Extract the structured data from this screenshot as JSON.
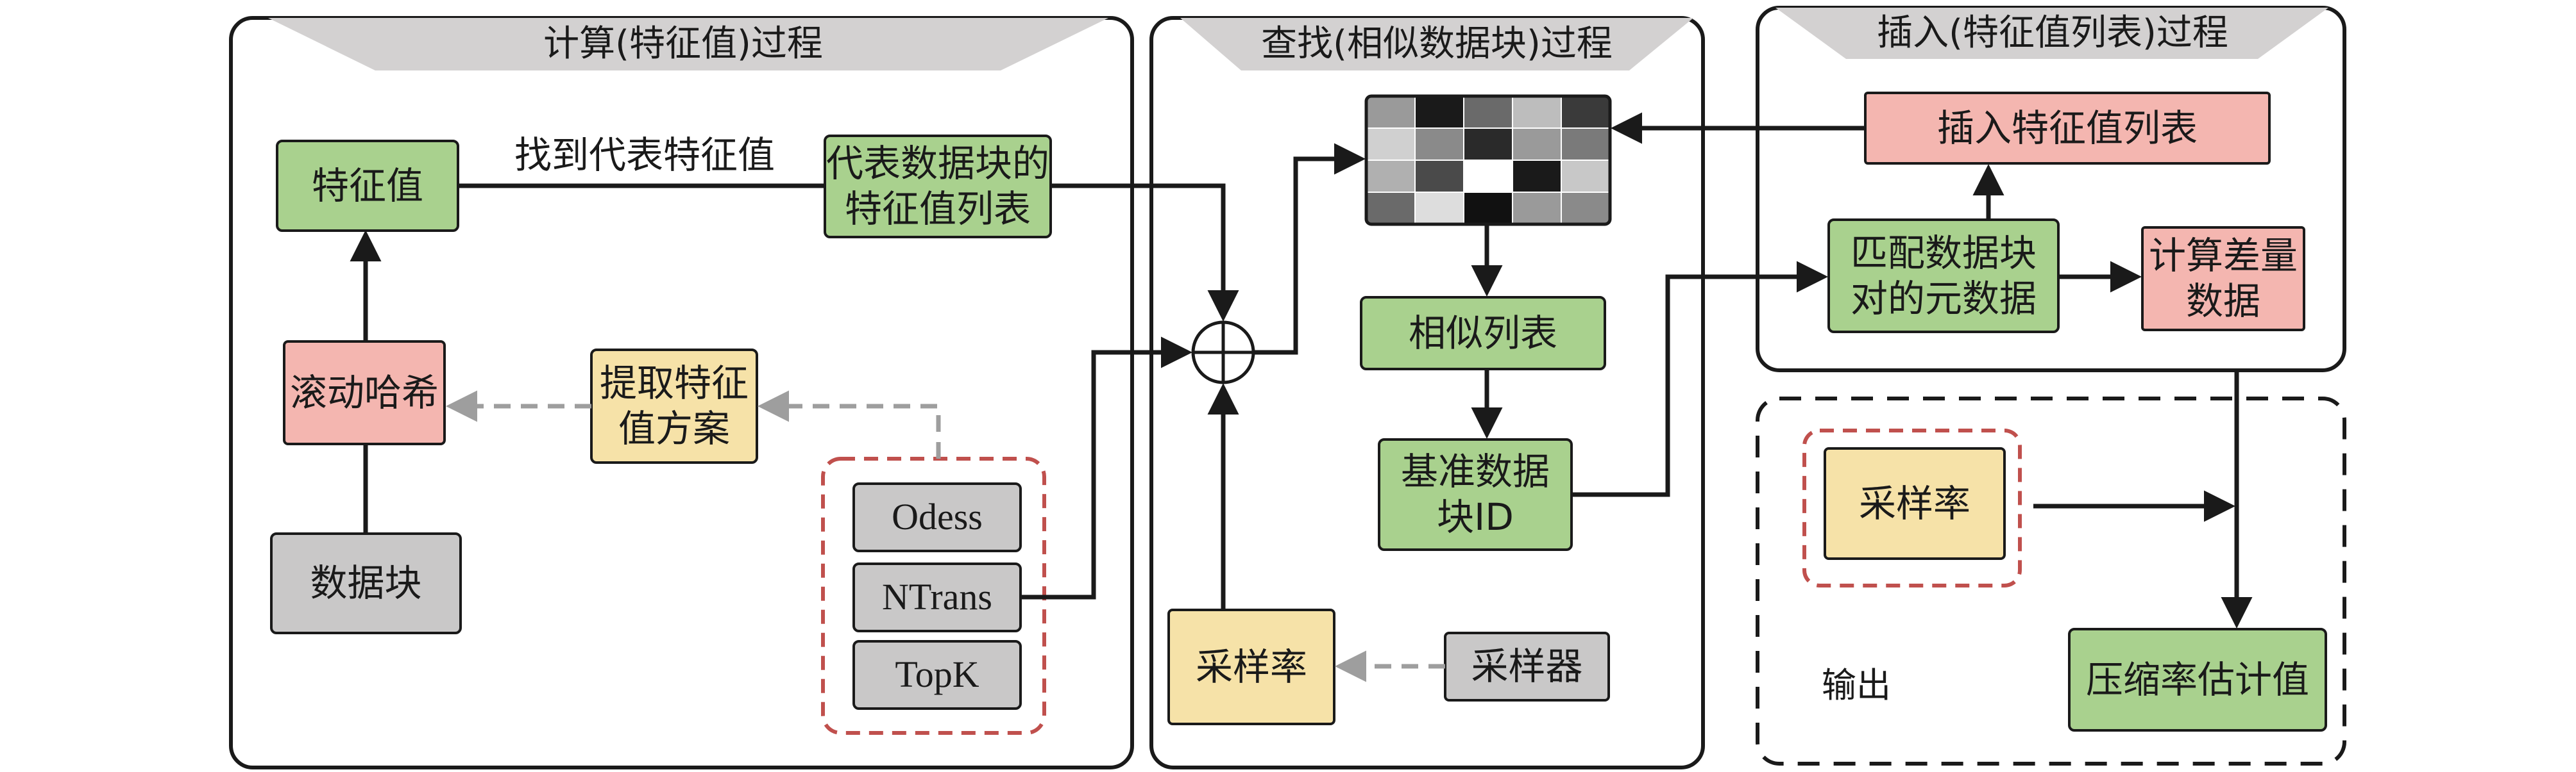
{
  "panels": {
    "compute": {
      "title": "计算(特征值)过程"
    },
    "search": {
      "title": "查找(相似数据块)过程"
    },
    "insert": {
      "title": "插入(特征值列表)过程"
    },
    "output": {
      "label": "输出"
    }
  },
  "nodes": {
    "feature_value": "特征值",
    "find_representative": "找到代表特征值",
    "rep_feature_list": "代表数据块的\n特征值列表",
    "rolling_hash": "滚动哈希",
    "extract_scheme": "提取特征\n值方案",
    "data_block": "数据块",
    "odess": "Odess",
    "ntrans": "NTrans",
    "topk": "TopK",
    "similar_list": "相似列表",
    "base_block_id": "基准数据\n块ID",
    "sampling_rate_search": "采样率",
    "sampler": "采样器",
    "insert_feature_list": "插入特征值列表",
    "match_metadata": "匹配数据块\n对的元数据",
    "compute_delta": "计算差量\n数据",
    "sampling_rate_output": "采样率",
    "compression_estimate": "压缩率估计值"
  },
  "colors": {
    "green": "#a9d18e",
    "pink": "#f4b6b0",
    "yellow": "#f6e2a8",
    "gray": "#c9c8c8",
    "panel_header": "#d3d1d1",
    "dashed_red": "#c0504d",
    "dashed_gray": "#9e9e9e",
    "line": "#1a1a1a"
  },
  "grid": {
    "rows": [
      [
        "#9a9a9a",
        "#1a1a1a",
        "#6a6a6a",
        "#bdbdbd",
        "#3a3a3a"
      ],
      [
        "#d0d0d0",
        "#8a8a8a",
        "#2a2a2a",
        "#9a9a9a",
        "#7a7a7a"
      ],
      [
        "#b0b0b0",
        "#4a4a4a",
        "#ffffff",
        "#1a1a1a",
        "#c8c8c8"
      ],
      [
        "#6a6a6a",
        "#dddddd",
        "#111111",
        "#9a9a9a",
        "#8a8a8a"
      ]
    ]
  }
}
